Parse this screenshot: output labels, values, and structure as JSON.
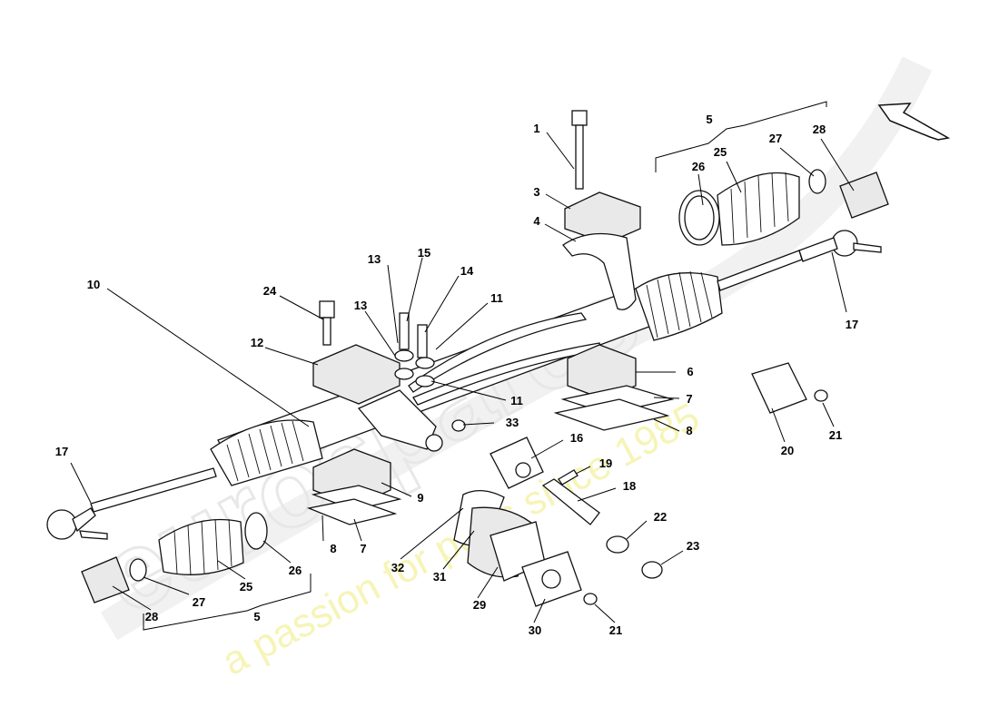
{
  "diagram": {
    "watermark": {
      "logo_text": "eurospares",
      "tagline": "a passion for parts since 1985",
      "color": "#f3f1a0"
    },
    "callouts": [
      {
        "id": "c1",
        "label": "1"
      },
      {
        "id": "c3",
        "label": "3"
      },
      {
        "id": "c4",
        "label": "4"
      },
      {
        "id": "c5a",
        "label": "5"
      },
      {
        "id": "c25a",
        "label": "25"
      },
      {
        "id": "c26a",
        "label": "26"
      },
      {
        "id": "c27a",
        "label": "27"
      },
      {
        "id": "c28a",
        "label": "28"
      },
      {
        "id": "c17a",
        "label": "17"
      },
      {
        "id": "c10",
        "label": "10"
      },
      {
        "id": "c24",
        "label": "24"
      },
      {
        "id": "c12",
        "label": "12"
      },
      {
        "id": "c13a",
        "label": "13"
      },
      {
        "id": "c13b",
        "label": "13"
      },
      {
        "id": "c15",
        "label": "15"
      },
      {
        "id": "c14",
        "label": "14"
      },
      {
        "id": "c11a",
        "label": "11"
      },
      {
        "id": "c11b",
        "label": "11"
      },
      {
        "id": "c6",
        "label": "6"
      },
      {
        "id": "c7a",
        "label": "7"
      },
      {
        "id": "c8a",
        "label": "8"
      },
      {
        "id": "c33",
        "label": "33"
      },
      {
        "id": "c16",
        "label": "16"
      },
      {
        "id": "c19",
        "label": "19"
      },
      {
        "id": "c18",
        "label": "18"
      },
      {
        "id": "c9",
        "label": "9"
      },
      {
        "id": "c17b",
        "label": "17"
      },
      {
        "id": "c8b",
        "label": "8"
      },
      {
        "id": "c7b",
        "label": "7"
      },
      {
        "id": "c32",
        "label": "32"
      },
      {
        "id": "c31",
        "label": "31"
      },
      {
        "id": "c29",
        "label": "29"
      },
      {
        "id": "c22",
        "label": "22"
      },
      {
        "id": "c23",
        "label": "23"
      },
      {
        "id": "c30",
        "label": "30"
      },
      {
        "id": "c21a",
        "label": "21"
      },
      {
        "id": "c21b",
        "label": "21"
      },
      {
        "id": "c20",
        "label": "20"
      },
      {
        "id": "c25b",
        "label": "25"
      },
      {
        "id": "c26b",
        "label": "26"
      },
      {
        "id": "c27b",
        "label": "27"
      },
      {
        "id": "c28b",
        "label": "28"
      },
      {
        "id": "c5b",
        "label": "5"
      }
    ]
  }
}
